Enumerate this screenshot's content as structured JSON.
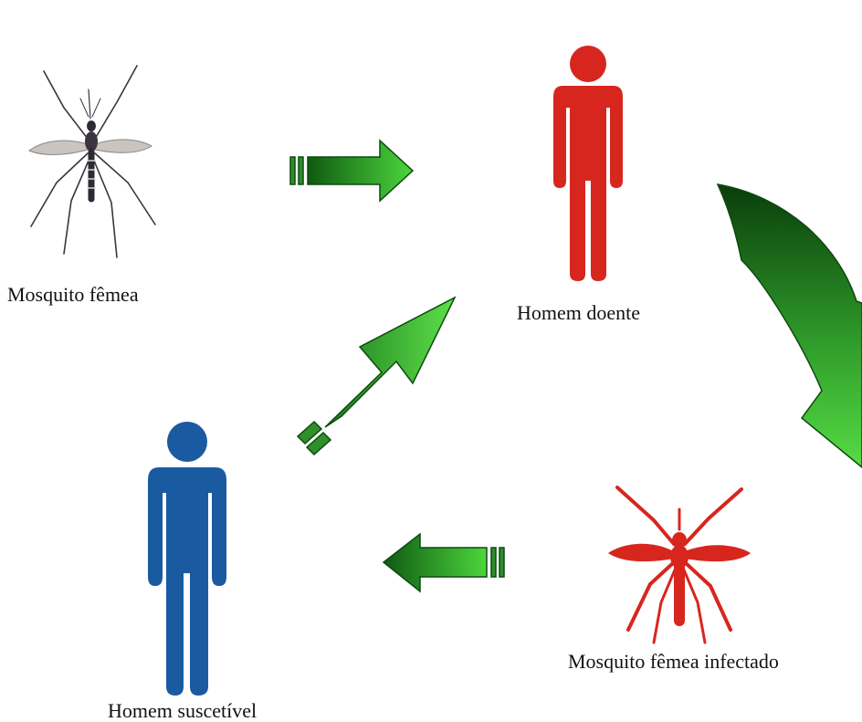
{
  "nodes": {
    "female_mosquito": {
      "label": "Mosquito fêmea",
      "icon": "mosquito-icon",
      "color": "#3a3540"
    },
    "sick_man": {
      "label": "Homem doente",
      "icon": "person-icon",
      "color": "#d7261e"
    },
    "infected_mosquito": {
      "label": "Mosquito fêmea infectado",
      "icon": "mosquito-icon",
      "color": "#d7261e"
    },
    "susceptible_man": {
      "label": "Homem suscetível",
      "icon": "person-icon",
      "color": "#1a5aa0"
    }
  },
  "arrows": {
    "color_light": "#4cd63c",
    "color_dark": "#0f5a12",
    "outline": "#0c4a10"
  }
}
